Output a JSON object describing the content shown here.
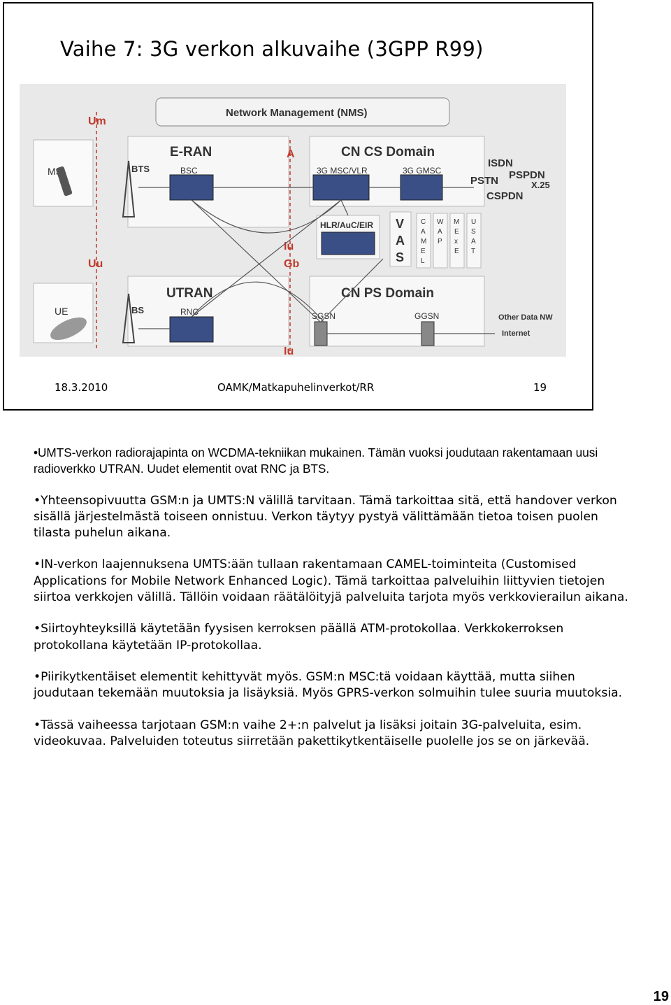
{
  "slide": {
    "title": "Vaihe 7: 3G verkon alkuvaihe (3GPP R99)",
    "footer": {
      "date": "18.3.2010",
      "center": "OAMK/Matkapuhelinverkot/RR",
      "number": "19"
    }
  },
  "diagram": {
    "nms": "Network Management (NMS)",
    "eran": "E-RAN",
    "utran": "UTRAN",
    "cn_cs": "CN CS Domain",
    "cn_ps": "CN PS Domain",
    "interfaces": {
      "um": "Um",
      "uu": "Uu",
      "a": "A",
      "iu_top": "Iu",
      "gb": "Gb",
      "iu_bottom": "Iu"
    },
    "nodes": {
      "ms": "MS",
      "ue": "UE",
      "bts": "BTS",
      "bs": "BS",
      "bsc": "BSC",
      "rnc": "RNC",
      "msc": "3G MSC/VLR",
      "gmsc": "3G GMSC",
      "hlr": "HLR/AuC/EIR",
      "sgsn": "SGSN",
      "ggsn": "GGSN"
    },
    "vas": [
      "V",
      "A",
      "S"
    ],
    "services": [
      [
        "C",
        "A",
        "M",
        "E",
        "L"
      ],
      [
        "W",
        "A",
        "P"
      ],
      [
        "M",
        "E",
        "x",
        "E"
      ],
      [
        "U",
        "S",
        "A",
        "T"
      ]
    ],
    "external_cs": [
      "ISDN",
      "PSTN",
      "PSPDN",
      "X.25",
      "CSPDN"
    ],
    "external_ps": [
      "Other Data NW",
      "Internet"
    ]
  },
  "notes": [
    "•UMTS-verkon radiorajapinta on WCDMA-tekniikan mukainen. Tämän vuoksi joudutaan rakentamaan uusi radioverkko UTRAN. Uudet elementit ovat RNC ja BTS.",
    "•Yhteensopivuutta GSM:n ja UMTS:N välillä tarvitaan. Tämä tarkoittaa sitä, että handover verkon sisällä järjestelmästä toiseen onnistuu. Verkon täytyy pystyä välittämään tietoa toisen puolen tilasta puhelun aikana.",
    "•IN-verkon laajennuksena UMTS:ään tullaan rakentamaan CAMEL-toiminteita (Customised Applications for Mobile Network Enhanced Logic). Tämä tarkoittaa palveluihin liittyvien tietojen siirtoa verkkojen välillä. Tällöin voidaan räätälöityjä palveluita tarjota myös verkkovierailun aikana.",
    "•Siirtoyhteyksillä käytetään fyysisen kerroksen päällä ATM-protokollaa. Verkkokerroksen protokollana käytetään IP-protokollaa.",
    "•Piirikytkentäiset elementit kehittyvät myös. GSM:n MSC:tä voidaan käyttää, mutta siihen joudutaan tekemään muutoksia ja lisäyksiä. Myös GPRS-verkon solmuihin tulee suuria muutoksia.",
    "•Tässä vaiheessa tarjotaan GSM:n vaihe 2+:n palvelut ja lisäksi joitain 3G-palveluita, esim. videokuvaa. Palveluiden toteutus siirretään pakettikytkentäiselle puolelle jos se on järkevää."
  ],
  "page_number": "19",
  "colors": {
    "diagram_bg": "#e9e9e9",
    "interface_red": "#c0392b",
    "equipment_blue": "#3a4f86"
  }
}
